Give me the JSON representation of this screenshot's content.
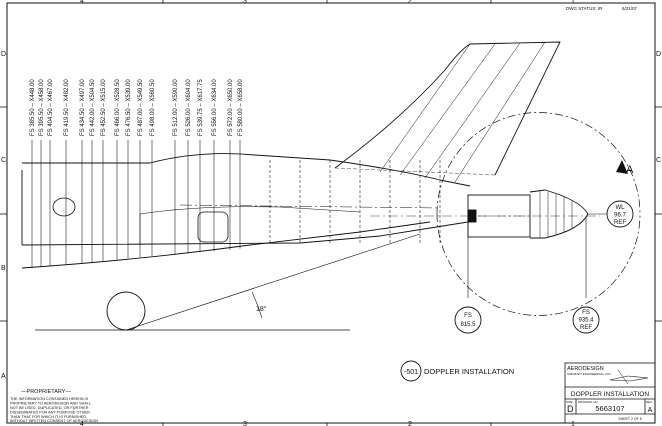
{
  "border": {
    "top_zones": [
      "4",
      "3",
      "2",
      "1"
    ],
    "bottom_zones": [
      "4",
      "3",
      "2",
      "1"
    ],
    "left_zones": [
      "D",
      "C",
      "B",
      "A"
    ],
    "right_zones": [
      "D",
      "C"
    ]
  },
  "top_right_note": "DWG STATUS: IR",
  "top_right_date": "6/21/07",
  "station_labels": [
    "FS 385.50 – X448.00",
    "FS 395.50 – X458.00",
    "FS 404.50 – X467.00",
    "FS 419.50 – X482.00",
    "FS 434.50 – X497.00",
    "FS 442.00 – X504.50",
    "FS 452.50 – X515.00",
    "FS 466.00 – X528.50",
    "FS 476.50 – X539.00",
    "FS 487.00 – X549.50",
    "FS 498.00 – X560.50",
    "FS 512.00 – X590.00",
    "FS 526.00 – X604.00",
    "FS 539.75 – X617.75",
    "FS 556.00 – X634.00",
    "FS 572.00 – X650.00",
    "FS 580.00 – X658.00"
  ],
  "callouts": {
    "wl": {
      "line1": "WL",
      "line2": "96.7",
      "line3": "REF"
    },
    "fs1": {
      "line1": "FS",
      "line2": "815.5"
    },
    "fs2": {
      "line1": "FS",
      "line2": "935.4",
      "line3": "REF"
    },
    "angle": "18°",
    "view_arrow": "A"
  },
  "detail": {
    "number": "-501",
    "title": "DOPPLER INSTALLATION"
  },
  "proprietary": {
    "heading": "—PROPRIETARY—",
    "lines": [
      "THE INFORMATION CONTAINED HEREIN IS",
      "PROPRIETARY TO AERODESIGN AND SHALL",
      "NOT BE USED, DUPLICATED, OR FURTHER",
      "DISSEMINATED FOR ANY PURPOSE OTHER",
      "THAN THAT FOR WHICH IT IS FURNISHED,",
      "WITHOUT WRITTEN CONSENT OF AERODESIGN"
    ]
  },
  "title_block": {
    "company": "AERODESIGN",
    "company_sub": "AIRCRAFT ENGINEERING, INC.",
    "drawing_title": "DOPPLER INSTALLATION",
    "size": "D",
    "size_label": "SIZE",
    "dwg_no_label": "DRAWING NO.",
    "dwg_no": "5663107",
    "rev_label": "REV",
    "rev": "A",
    "sheet_text": "SHEET 2 OF 5"
  }
}
